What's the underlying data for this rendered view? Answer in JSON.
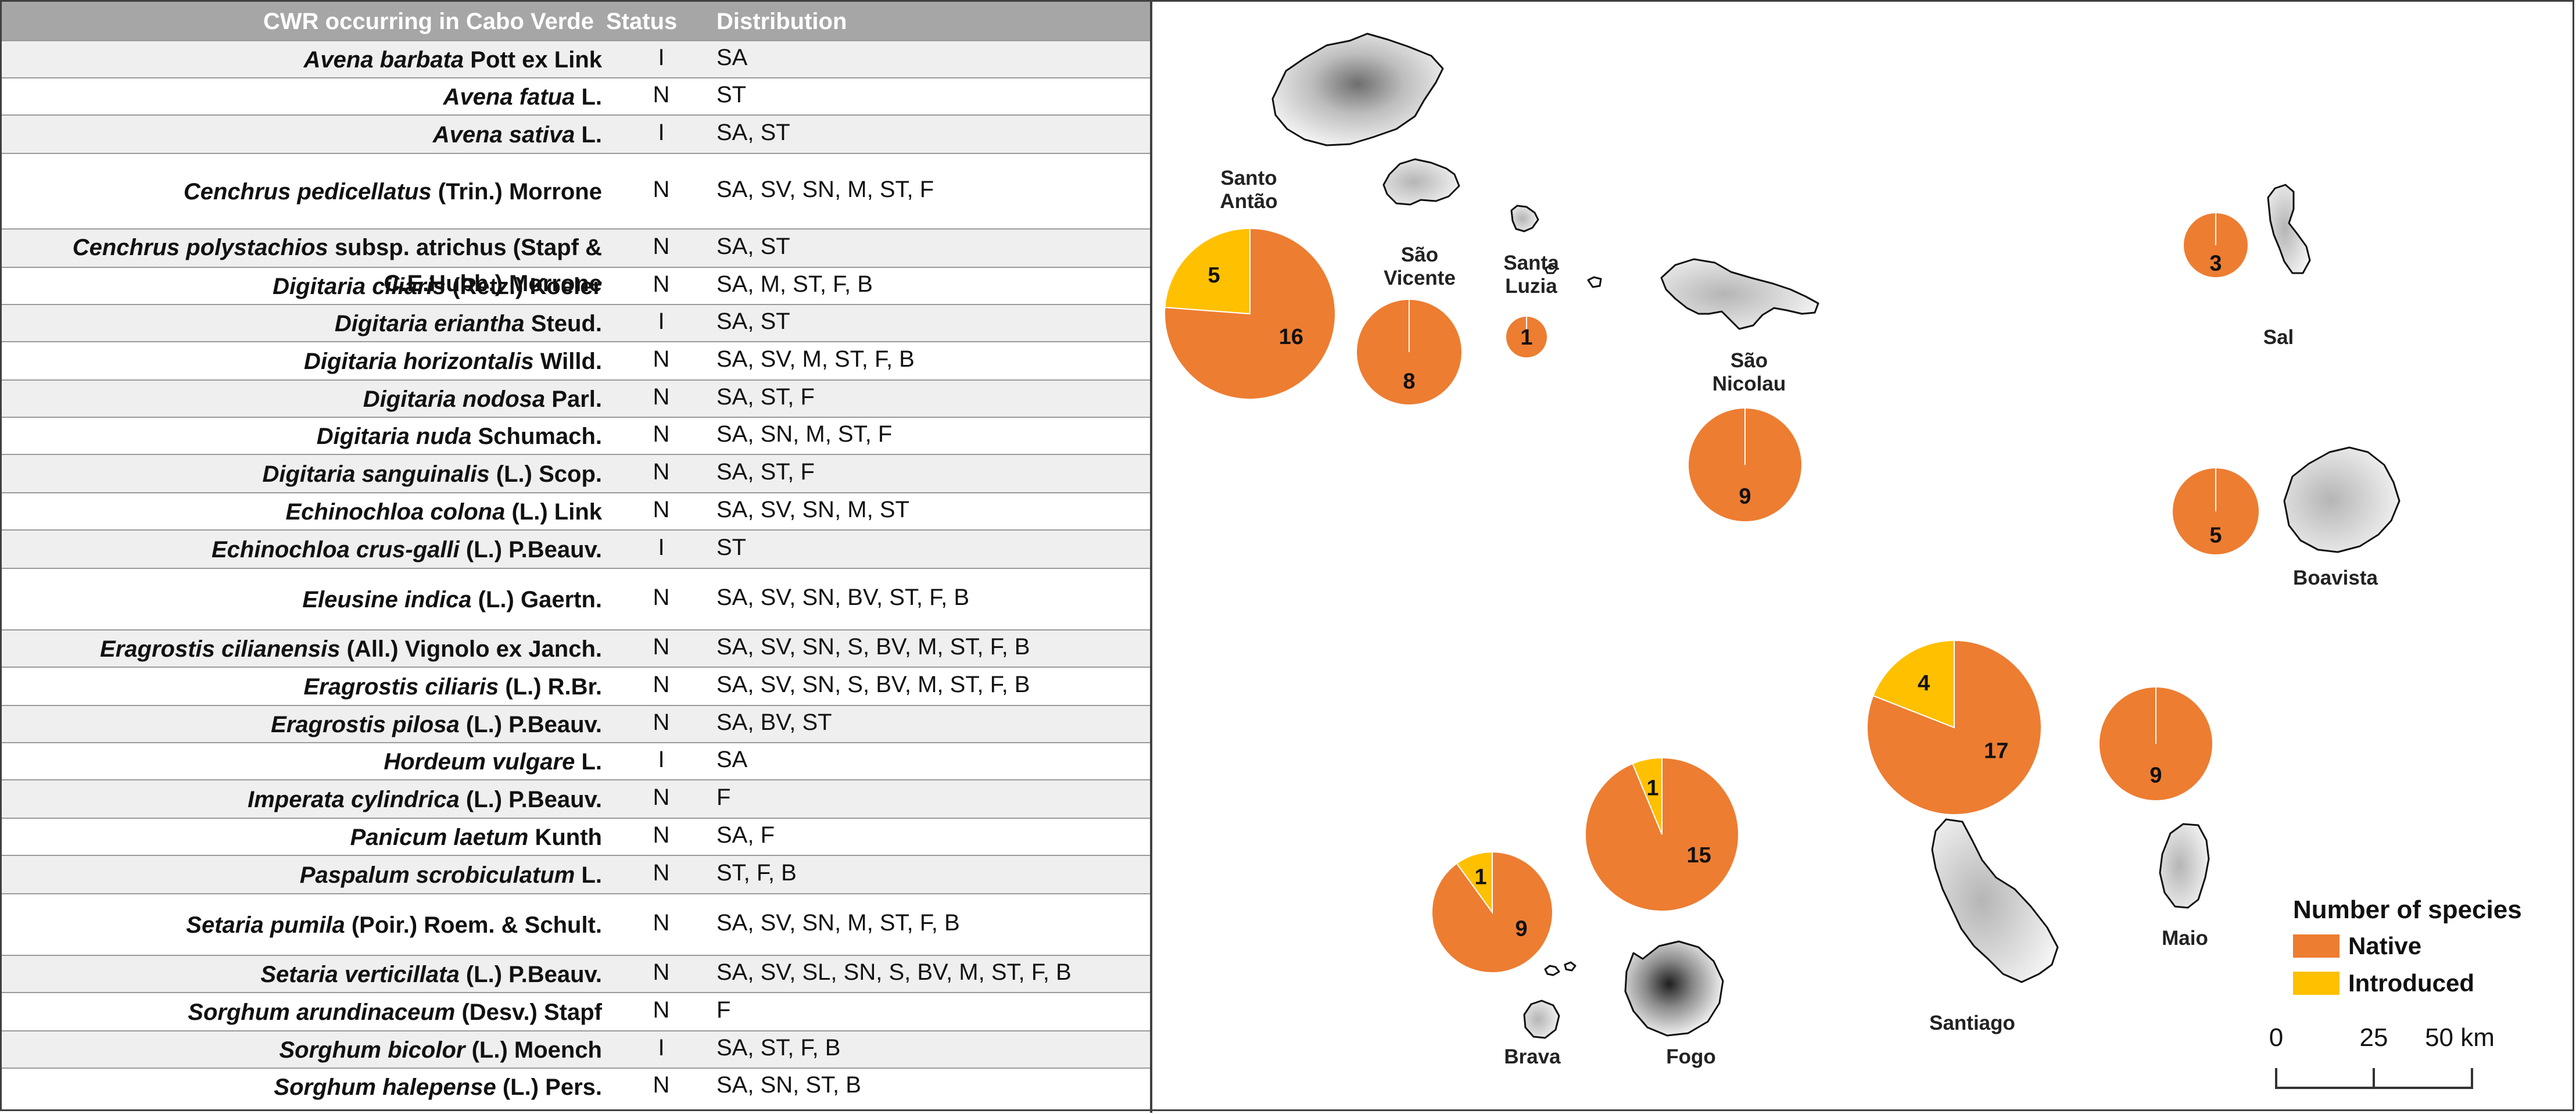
{
  "table": {
    "headers": {
      "species": "CWR occurring in Cabo Verde",
      "status": "Status",
      "distribution": "Distribution"
    },
    "rows": [
      {
        "name": "Avena barbata",
        "author": "Pott ex Link",
        "status": "I",
        "distribution": "SA"
      },
      {
        "name": "Avena fatua",
        "author": "L.",
        "status": "N",
        "distribution": "ST"
      },
      {
        "name": "Avena sativa",
        "author": "L.",
        "status": "I",
        "distribution": "SA, ST"
      },
      {
        "name": "Cenchrus pedicellatus",
        "author": "(Trin.) Morrone",
        "status": "N",
        "distribution": "SA, SV, SN, M, ST, F"
      },
      {
        "name": "Cenchrus polystachios",
        "author": "subsp. atrichus (Stapf &",
        "author2": "C.E.Hubb.) Morrone",
        "status": "N",
        "distribution": "SA, ST"
      },
      {
        "name": "Digitaria ciliaris",
        "author": "(Retz.) Koeler",
        "status": "N",
        "distribution": "SA, M, ST, F, B"
      },
      {
        "name": "Digitaria eriantha",
        "author": "Steud.",
        "status": "I",
        "distribution": "SA, ST"
      },
      {
        "name": "Digitaria horizontalis",
        "author": "Willd.",
        "status": "N",
        "distribution": "SA, SV, M, ST, F, B"
      },
      {
        "name": "Digitaria nodosa",
        "author": "Parl.",
        "status": "N",
        "distribution": "SA, ST, F"
      },
      {
        "name": "Digitaria nuda",
        "author": "Schumach.",
        "status": "N",
        "distribution": "SA, SN, M, ST, F"
      },
      {
        "name": "Digitaria sanguinalis",
        "author": "(L.) Scop.",
        "status": "N",
        "distribution": "SA, ST, F"
      },
      {
        "name": "Echinochloa colona",
        "author": "(L.) Link",
        "status": "N",
        "distribution": "SA, SV, SN, M, ST"
      },
      {
        "name": "Echinochloa crus-galli",
        "author": "(L.) P.Beauv.",
        "status": "I",
        "distribution": "ST"
      },
      {
        "name": "Eleusine indica",
        "author": "(L.) Gaertn.",
        "status": "N",
        "distribution": "SA, SV, SN, BV, ST, F, B"
      },
      {
        "name": "Eragrostis cilianensis",
        "author": "(All.) Vignolo ex Janch.",
        "status": "N",
        "distribution": "SA, SV, SN, S, BV, M, ST, F, B"
      },
      {
        "name": "Eragrostis ciliaris",
        "author": "(L.) R.Br.",
        "status": "N",
        "distribution": "SA, SV, SN, S, BV, M, ST, F, B"
      },
      {
        "name": "Eragrostis pilosa",
        "author": "(L.) P.Beauv.",
        "status": "N",
        "distribution": "SA, BV, ST"
      },
      {
        "name": "Hordeum vulgare",
        "author": "L.",
        "status": "I",
        "distribution": "SA"
      },
      {
        "name": "Imperata cylindrica",
        "author": "(L.) P.Beauv.",
        "status": "N",
        "distribution": "F"
      },
      {
        "name": "Panicum laetum",
        "author": "Kunth",
        "status": "N",
        "distribution": "SA, F"
      },
      {
        "name": "Paspalum scrobiculatum",
        "author": "L.",
        "status": "N",
        "distribution": "ST, F, B"
      },
      {
        "name": "Setaria pumila",
        "author": "(Poir.) Roem. & Schult.",
        "status": "N",
        "distribution": "SA, SV, SN, M, ST, F, B"
      },
      {
        "name": "Setaria verticillata",
        "author": "(L.) P.Beauv.",
        "status": "N",
        "distribution": "SA, SV, SL, SN, S, BV, M, ST, F, B"
      },
      {
        "name": "Sorghum arundinaceum",
        "author": "(Desv.) Stapf",
        "status": "N",
        "distribution": "F"
      },
      {
        "name": "Sorghum bicolor",
        "author": "(L.) Moench",
        "status": "I",
        "distribution": "SA, ST, F, B"
      },
      {
        "name": "Sorghum halepense",
        "author": "(L.) Pers.",
        "status": "N",
        "distribution": "SA, SN, ST, B"
      }
    ]
  },
  "chart_data": {
    "type": "pie",
    "title": "",
    "series": [
      {
        "name": "Native",
        "color": "#ed7d31"
      },
      {
        "name": "Introduced",
        "color": "#ffc000"
      }
    ],
    "islands": [
      {
        "label": "Santo\nAntão",
        "native": 16,
        "introduced": 5
      },
      {
        "label": "São\nVicente",
        "native": 8,
        "introduced": 0
      },
      {
        "label": "Santa\nLuzia",
        "native": 1,
        "introduced": 0
      },
      {
        "label": "São\nNicolau",
        "native": 9,
        "introduced": 0
      },
      {
        "label": "Sal",
        "native": 3,
        "introduced": 0
      },
      {
        "label": "Boavista",
        "native": 5,
        "introduced": 0
      },
      {
        "label": "Maio",
        "native": 9,
        "introduced": 0
      },
      {
        "label": "Santiago",
        "native": 17,
        "introduced": 4
      },
      {
        "label": "Fogo",
        "native": 15,
        "introduced": 1
      },
      {
        "label": "Brava",
        "native": 9,
        "introduced": 1
      }
    ],
    "legend": {
      "title": "Number of species",
      "items": [
        "Native",
        "Introduced"
      ],
      "position": "bottom-right"
    },
    "scalebar": {
      "ticks": [
        "0",
        "25",
        "50 km"
      ]
    }
  }
}
